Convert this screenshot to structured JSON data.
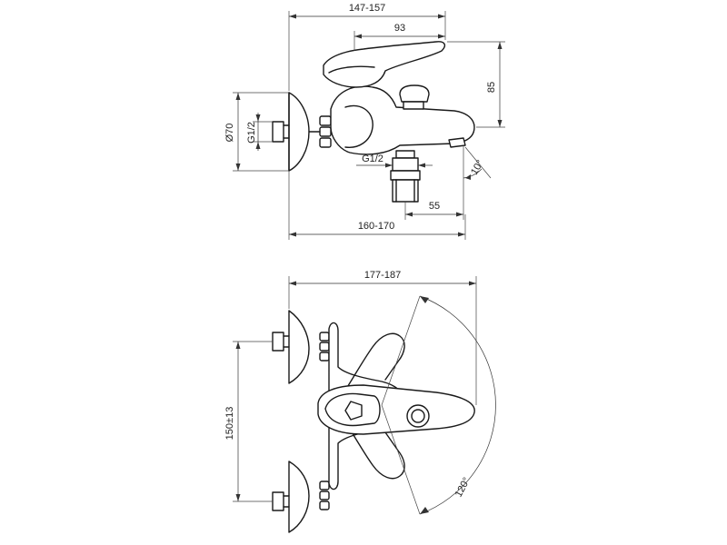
{
  "drawing": {
    "side_view": {
      "total_width_top": "147-157",
      "lever_reach": "93",
      "height": "85",
      "diameter_rosette": "Ø70",
      "inlet_thread": "G1/2",
      "outlet_thread": "G1/2",
      "spout_angle": "10°",
      "outlet_offset": "55",
      "total_width_bottom": "160-170"
    },
    "top_view": {
      "total_width": "177-187",
      "inlet_spacing": "150±13",
      "lever_swing": "120°"
    }
  }
}
